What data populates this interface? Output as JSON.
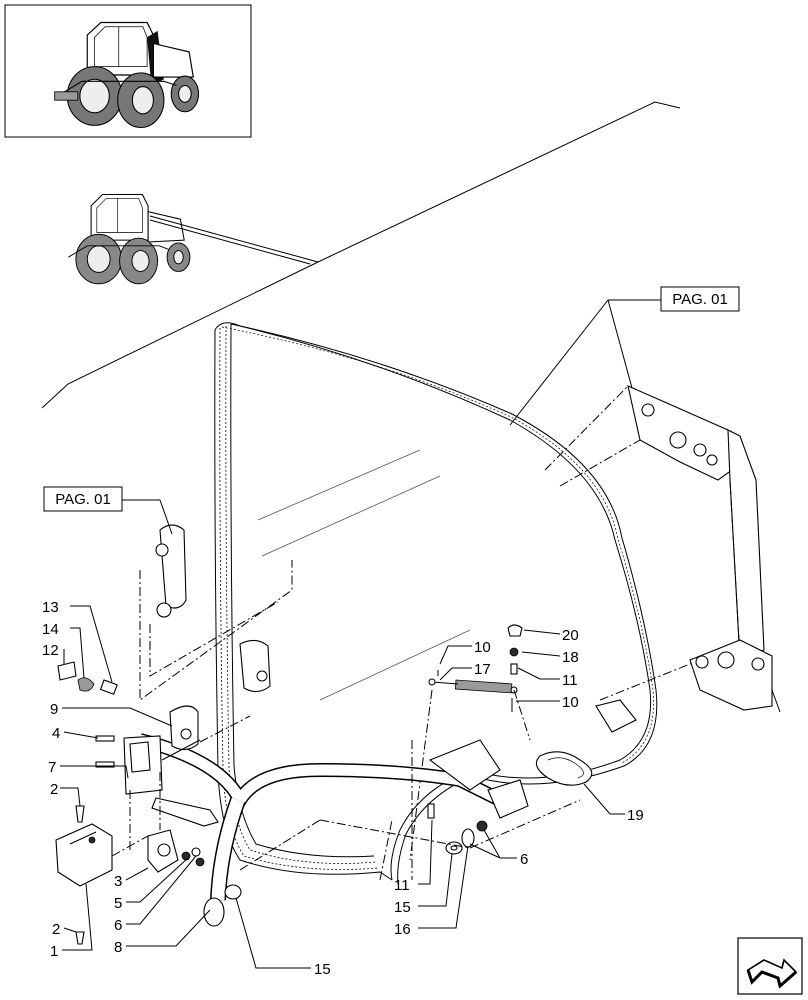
{
  "page_refs": [
    {
      "id": "ref-top",
      "text": "PAG. 01"
    },
    {
      "id": "ref-left",
      "text": "PAG. 01"
    }
  ],
  "callouts": [
    {
      "id": "c13",
      "text": "13"
    },
    {
      "id": "c14",
      "text": "14"
    },
    {
      "id": "c12",
      "text": "12"
    },
    {
      "id": "c9",
      "text": "9"
    },
    {
      "id": "c4",
      "text": "4"
    },
    {
      "id": "c7",
      "text": "7"
    },
    {
      "id": "c2a",
      "text": "2"
    },
    {
      "id": "c2b",
      "text": "2"
    },
    {
      "id": "c1",
      "text": "1"
    },
    {
      "id": "c3",
      "text": "3"
    },
    {
      "id": "c5",
      "text": "5"
    },
    {
      "id": "c6a",
      "text": "6"
    },
    {
      "id": "c8",
      "text": "8"
    },
    {
      "id": "c15a",
      "text": "15"
    },
    {
      "id": "c20",
      "text": "20"
    },
    {
      "id": "c18",
      "text": "18"
    },
    {
      "id": "c11a",
      "text": "11"
    },
    {
      "id": "c10a",
      "text": "10"
    },
    {
      "id": "c17",
      "text": "17"
    },
    {
      "id": "c10b",
      "text": "10"
    },
    {
      "id": "c19",
      "text": "19"
    },
    {
      "id": "c6b",
      "text": "6"
    },
    {
      "id": "c11b",
      "text": "11"
    },
    {
      "id": "c15b",
      "text": "15"
    },
    {
      "id": "c16",
      "text": "16"
    }
  ],
  "icons": {
    "tractor_thumbnail": "tractor-icon",
    "tractor_locator": "tractor-icon",
    "next_page": "next-page-arrow-icon"
  }
}
